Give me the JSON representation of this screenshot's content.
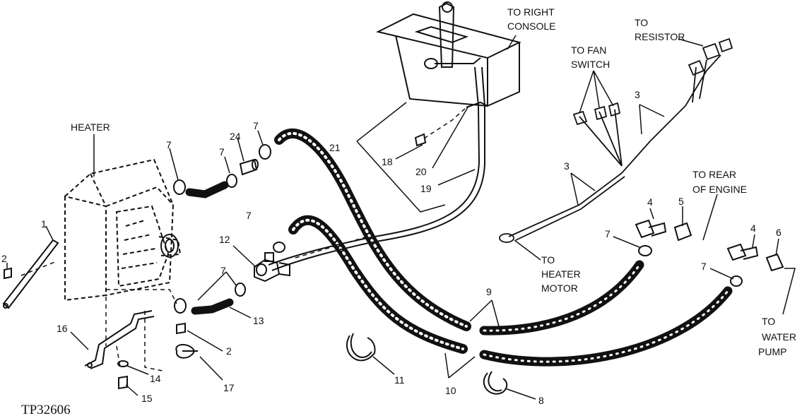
{
  "diagram": {
    "code": "TP32606",
    "labels": {
      "heater": "HEATER",
      "to_right_console_1": "TO RIGHT",
      "to_right_console_2": "CONSOLE",
      "to_resistor_1": "TO",
      "to_resistor_2": "RESISTOR",
      "to_fan_switch_1": "TO FAN",
      "to_fan_switch_2": "SWITCH",
      "to_rear_engine_1": "TO REAR",
      "to_rear_engine_2": "OF ENGINE",
      "to_heater_motor_1": "TO",
      "to_heater_motor_2": "HEATER",
      "to_heater_motor_3": "MOTOR",
      "to_water_pump_1": "TO",
      "to_water_pump_2": "WATER",
      "to_water_pump_3": "PUMP"
    },
    "callouts": {
      "c1": "1",
      "c2a": "2",
      "c2b": "2",
      "c3a": "3",
      "c3b": "3",
      "c4a": "4",
      "c4b": "4",
      "c5": "5",
      "c6": "6",
      "c7a": "7",
      "c7b": "7",
      "c7c": "7",
      "c7d": "7",
      "c7e": "7",
      "c7f": "7",
      "c7g": "7",
      "c8": "8",
      "c9": "9",
      "c10": "10",
      "c11": "11",
      "c12": "12",
      "c13": "13",
      "c14": "14",
      "c15": "15",
      "c16": "16",
      "c17": "17",
      "c18": "18",
      "c19": "19",
      "c20": "20",
      "c21": "21",
      "c24": "24"
    }
  }
}
